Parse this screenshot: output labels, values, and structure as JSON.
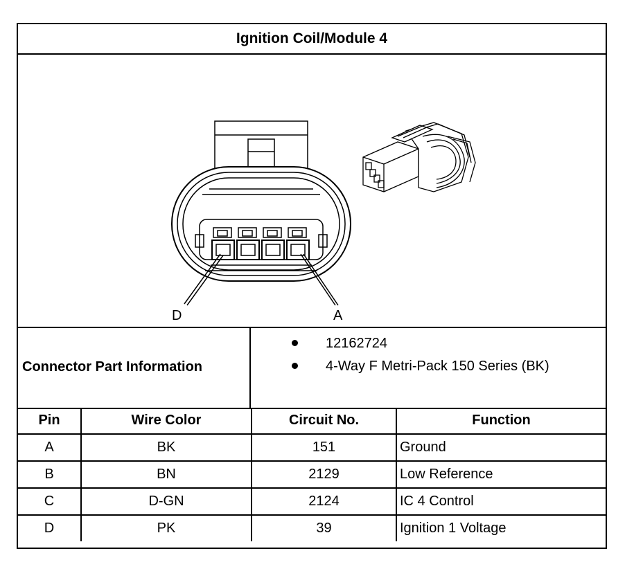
{
  "title": "Ignition Coil/Module 4",
  "figure": {
    "pin_labels": {
      "left": "D",
      "right": "A"
    },
    "icons": [
      "connector-face-view",
      "connector-isometric-view"
    ]
  },
  "connector_info": {
    "label": "Connector Part Information",
    "items": [
      "12162724",
      "4-Way F Metri-Pack 150 Series (BK)"
    ]
  },
  "table": {
    "headers": [
      "Pin",
      "Wire Color",
      "Circuit No.",
      "Function"
    ],
    "rows": [
      [
        "A",
        "BK",
        "151",
        "Ground"
      ],
      [
        "B",
        "BN",
        "2129",
        "Low Reference"
      ],
      [
        "C",
        "D-GN",
        "2124",
        "IC 4 Control"
      ],
      [
        "D",
        "PK",
        "39",
        "Ignition 1 Voltage"
      ]
    ]
  }
}
